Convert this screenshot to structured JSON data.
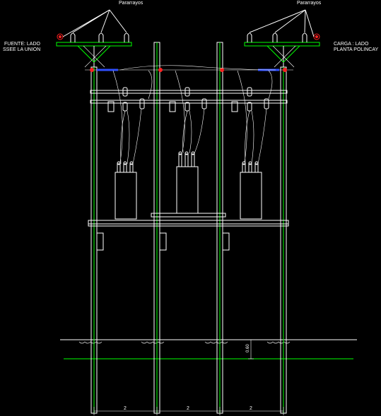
{
  "labels": {
    "pararrayos_left": "Pararrayos",
    "pararrayos_right": "Pararrayos",
    "source_line1": "FUENTE: LADO",
    "source_line2": "SSEE LA UNION",
    "load_line1": "CARGA : LADO",
    "load_line2": "PLANTA POLINCAY",
    "dim_bottom_1": "2",
    "dim_bottom_2": "2",
    "dim_bottom_3": "2",
    "dim_vertical": "0.60"
  },
  "colors": {
    "background": "#000000",
    "structure": "#ffffff",
    "pole_accent": "#00ff00",
    "insulator_red": "#ff2020",
    "insulator_blue": "#3050ff",
    "ground_line": "#ffffff"
  }
}
